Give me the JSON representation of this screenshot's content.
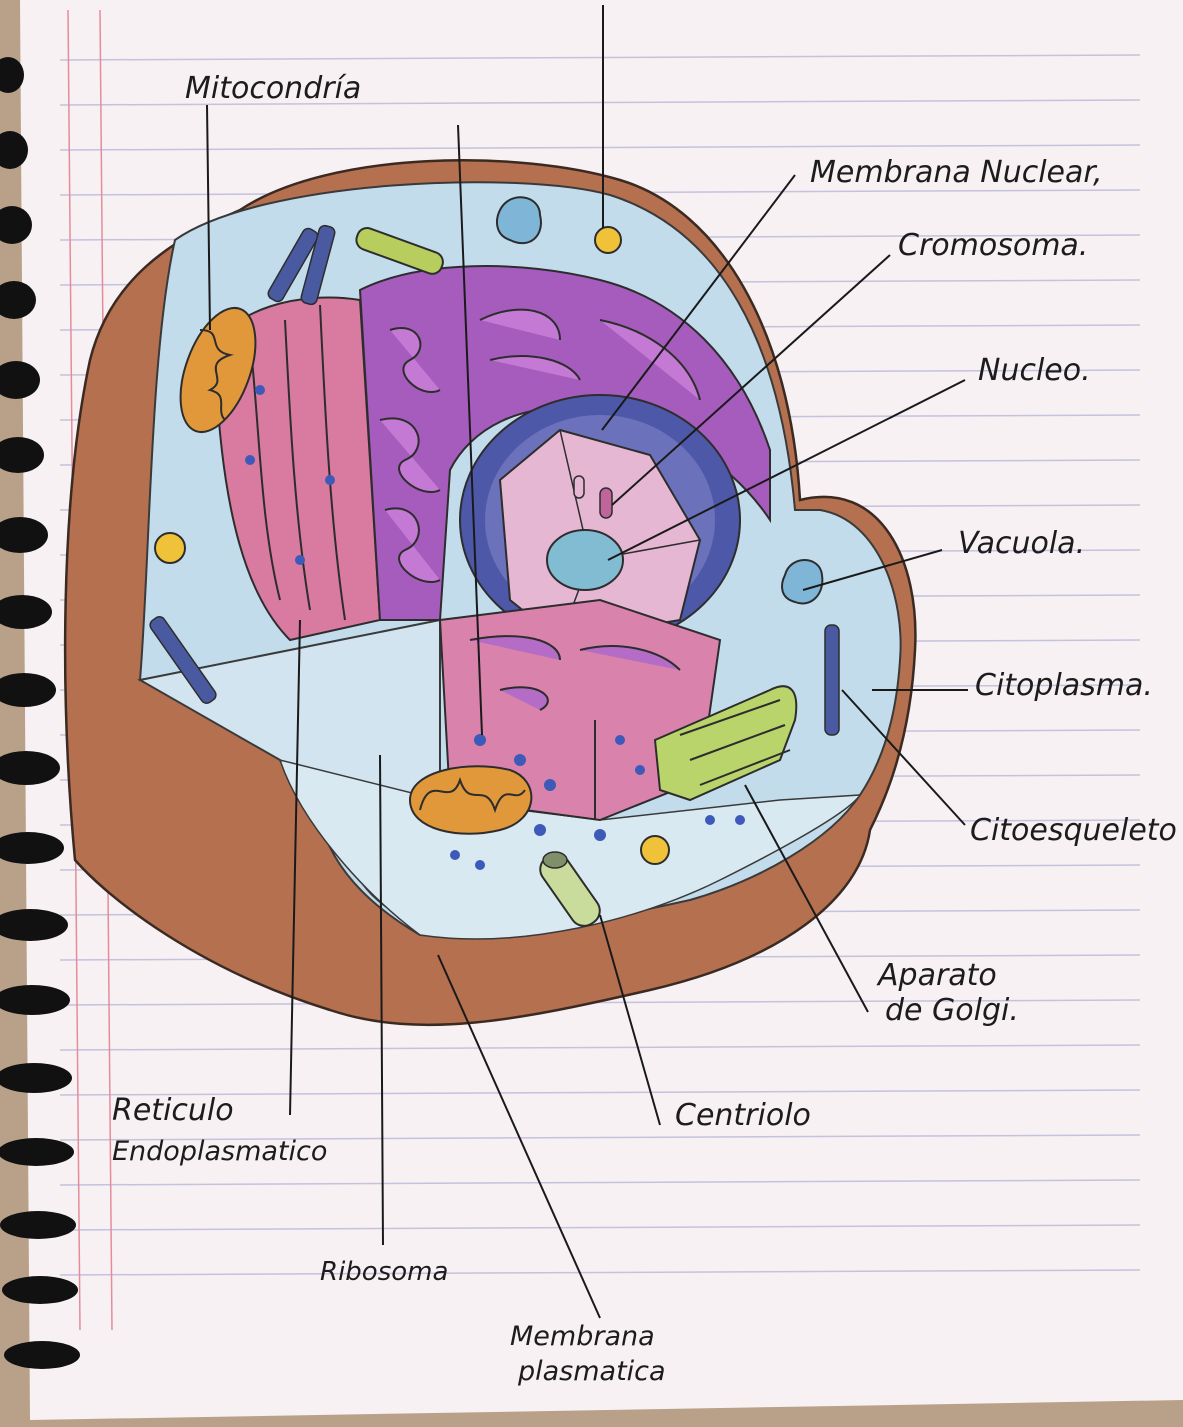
{
  "labels": {
    "mitocondria": "Mitocondría",
    "membrana_nuclear": "Membrana Nuclear,",
    "cromosoma": "Cromosoma.",
    "nucleo": "Nucleo.",
    "vacuola": "Vacuola.",
    "citoplasma": "Citoplasma.",
    "citoesqueleto": "Citoesqueleto",
    "aparato_line1": "Aparato",
    "aparato_line2": "de Golgi.",
    "centriolo": "Centriolo",
    "reticulo_line1": "Reticulo",
    "reticulo_line2": "Endoplasmatico",
    "ribosoma": "Ribosoma",
    "membrana_plasmatica_line1": "Membrana",
    "membrana_plasmatica_line2": "plasmatica"
  },
  "colors": {
    "paper": "#f7f1f3",
    "rule_line": "#b9b7d6",
    "margin_line": "#e28a9a",
    "cell_outer": "#b36b4a",
    "cytoplasm": "#bcd8e8",
    "er_pink": "#d9749c",
    "er_purple": "#9b4fb3",
    "nucleus_ring": "#4e56a6",
    "nucleus_inner": "#e6b4cf",
    "nucleolus": "#7fb8cf",
    "mitochondria": "#e0973a",
    "golgi": "#b9d36a",
    "ribosome": "#3b56b5",
    "yellow_vesicle": "#f0c23a"
  }
}
